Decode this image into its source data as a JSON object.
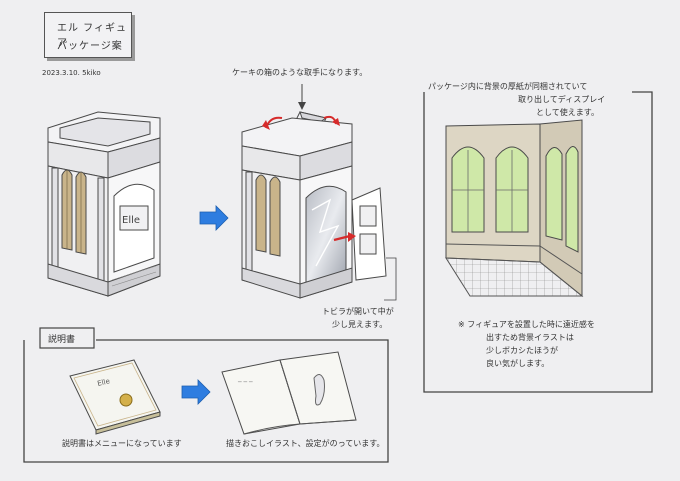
{
  "title": {
    "line1": "エル フィギュア",
    "line2": "パッケージ案"
  },
  "date": "2023.3.10. 5kiko",
  "notes": {
    "cake_box": "ケーキの箱のような取手になります。",
    "door": [
      "トビラが開いて中が",
      "少し見えます。"
    ],
    "background": [
      "パッケージ内に背景の厚紙が同梱されていて",
      "取り出してディスプレイ",
      "として使えます。"
    ],
    "figure_note": [
      "※ フィギュアを設置した時に遠近感を",
      "出すため背景イラストは",
      "少しボカシたほうが",
      "良い気がします。"
    ],
    "manual_cover": "説明書はメニューになっています",
    "manual_inside": "描きおこしイラスト、設定がのっています。"
  },
  "labels": {
    "manual_section": "説明書",
    "box_sign": "Elle",
    "manual_cover_sign": "Elle"
  },
  "colors": {
    "arrow_blue": "#2e7de0",
    "arrow_red": "#d62b2b",
    "sketch": "#4a4a4a",
    "window_glow": "#cfe8a8",
    "window_tan": "#c9b48a",
    "paper": "#efeff1"
  },
  "icons": [
    "right-arrow-icon",
    "rotate-arrow-icon",
    "down-arrow-icon"
  ]
}
